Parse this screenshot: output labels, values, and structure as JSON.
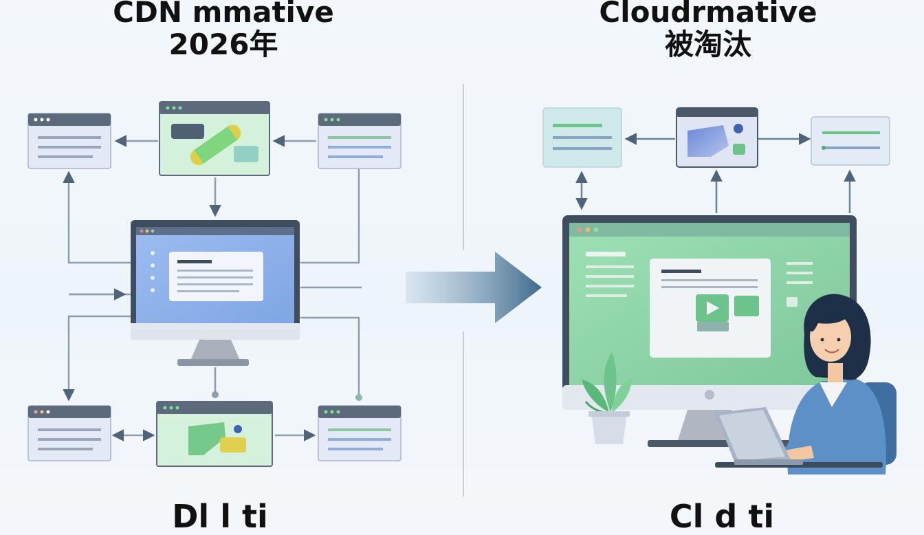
{
  "left": {
    "title_line1": "CDN mmative",
    "title_line2": "2026年",
    "bottom_label": "Dl l ti"
  },
  "right": {
    "title_line1": "Cloudrmative",
    "title_line2": "被淘汰",
    "bottom_label": "Cl d ti"
  },
  "colors": {
    "ink": "#4a5868",
    "green_panel": "#d8f0dc",
    "blue_panel": "#e3ebf7",
    "monitor_blue": "#8fb3ea",
    "monitor_green": "#8fd3a6",
    "accent_yellow": "#e8d34f",
    "accent_green": "#6cc48a"
  },
  "icons": [
    "browser-window-icon",
    "monitor-icon",
    "arrow-right-icon",
    "person-with-laptop",
    "plant-icon"
  ]
}
